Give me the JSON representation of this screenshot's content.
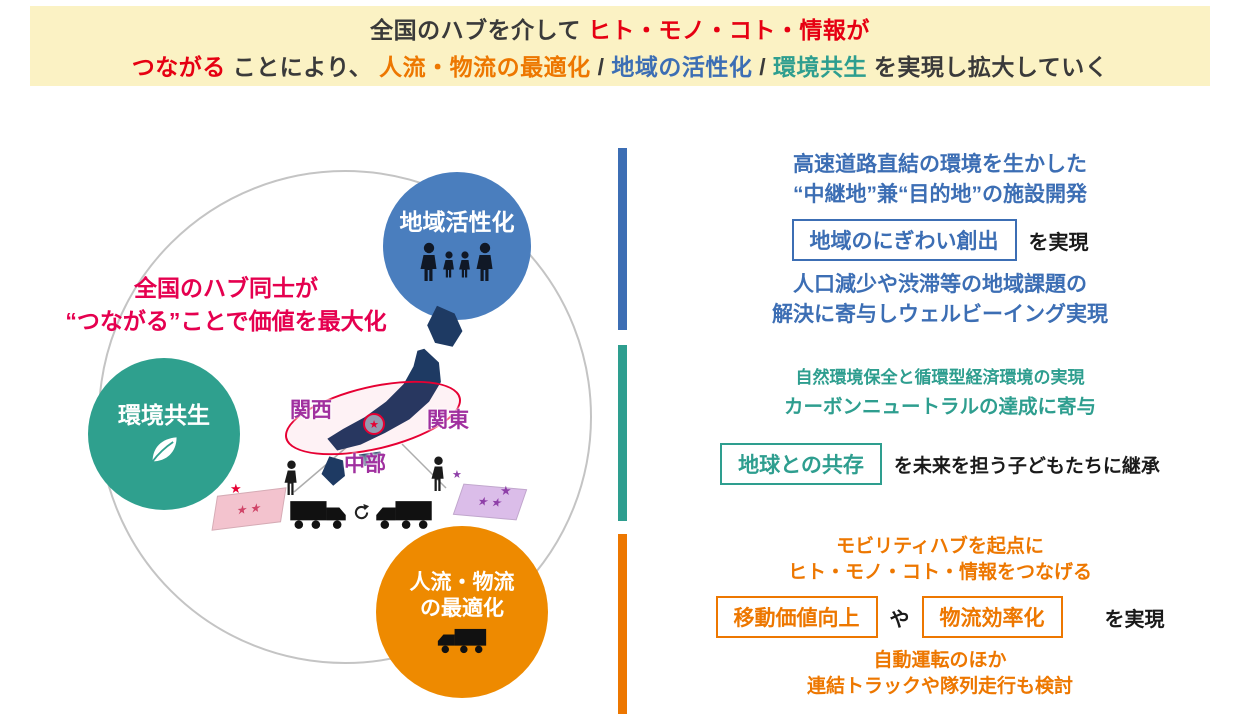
{
  "colors": {
    "banner_bg": "#FBF2C4",
    "red": "#E60012",
    "headline_red": "#E5004F",
    "orange": "#ED7700",
    "blue": "#3C6EB4",
    "teal": "#2E9E8F",
    "purple": "#A0309F",
    "map_navy": "#1E3A63",
    "circle_blue": "#4A7EBE",
    "circle_teal": "#2FA08E",
    "circle_orange": "#EE8A00"
  },
  "banner": {
    "line1": {
      "lead": "全国のハブを介して",
      "highlight": "ヒト・モノ・コト・情報が"
    },
    "line2": {
      "connect": "つながる",
      "by": "ことにより、",
      "mobility": "人流・物流の最適化",
      "slash1": "/",
      "regional": "地域の活性化",
      "slash2": "/",
      "environment": "環境共生",
      "tail": "を実現し拡大していく"
    }
  },
  "diagram": {
    "headline": {
      "line1": "全国のハブ同士が",
      "line2": "“つながる”ことで価値を最大化"
    },
    "bubbles": {
      "regional": "地域活性化",
      "environment": "環境共生",
      "mobility_line1": "人流・物流",
      "mobility_line2": "の最適化"
    },
    "map_labels": {
      "kansai": "関西",
      "kanto": "関東",
      "chubu": "中部"
    },
    "star": "★"
  },
  "sections": {
    "regional": {
      "line1": "高速道路直結の環境を生かした",
      "line2": "“中継地”兼“目的地”の施設開発",
      "box": "地域のにぎわい創出",
      "suffix": "を実現",
      "line3": "人口減少や渋滞等の地域課題の",
      "line4": "解決に寄与しウェルビーイング実現"
    },
    "environment": {
      "line1": "自然環境保全と循環型経済環境の実現",
      "line2": "カーボンニュートラルの達成に寄与",
      "box": "地球との共存",
      "suffix": "を未来を担う子どもたちに継承"
    },
    "mobility": {
      "line1": "モビリティハブを起点に",
      "line2": "ヒト・モノ・コト・情報をつなげる",
      "box1": "移動価値向上",
      "connector": "や",
      "box2": "物流効率化",
      "suffix": "を実現",
      "line3": "自動運転のほか",
      "line4": "連結トラックや隊列走行も検討"
    }
  }
}
